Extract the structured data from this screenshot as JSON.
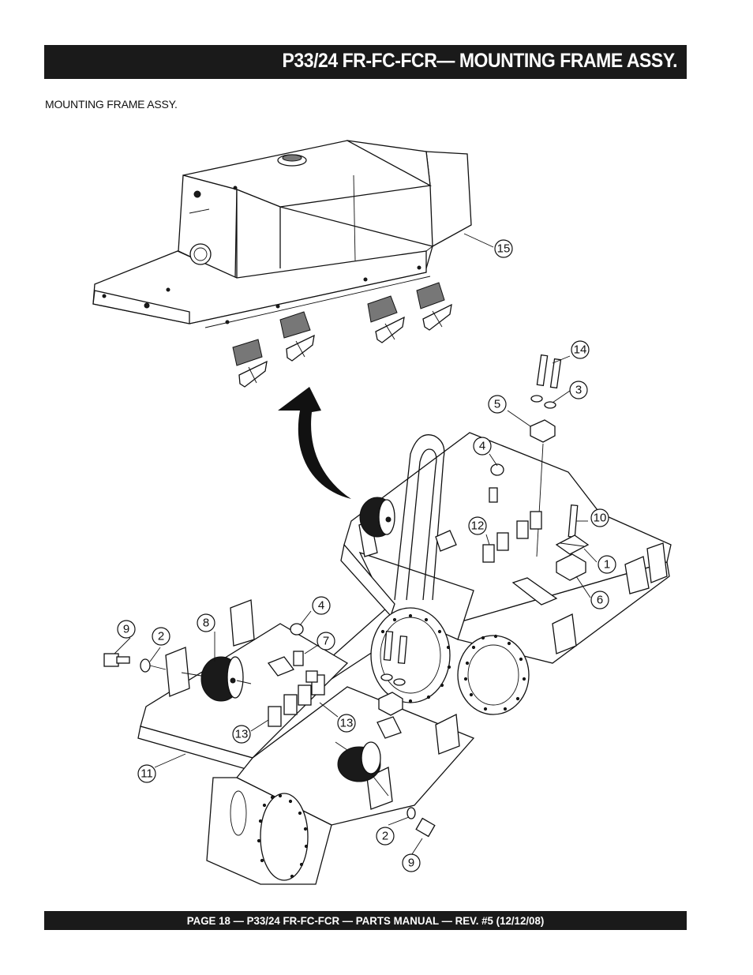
{
  "header": {
    "title": "P33/24 FR-FC-FCR— MOUNTING FRAME  ASSY."
  },
  "section": {
    "label": "MOUNTING FRAME ASSY."
  },
  "callouts": {
    "c1": "1",
    "c2a": "2",
    "c2b": "2",
    "c3": "3",
    "c4a": "4",
    "c4b": "4",
    "c5": "5",
    "c6": "6",
    "c7": "7",
    "c8": "8",
    "c9a": "9",
    "c9b": "9",
    "c10": "10",
    "c11": "11",
    "c12": "12",
    "c13a": "13",
    "c13b": "13",
    "c14": "14",
    "c15": "15"
  },
  "footer": {
    "text": "PAGE 18 — P33/24 FR-FC-FCR — PARTS MANUAL — REV. #5 (12/12/08)"
  }
}
